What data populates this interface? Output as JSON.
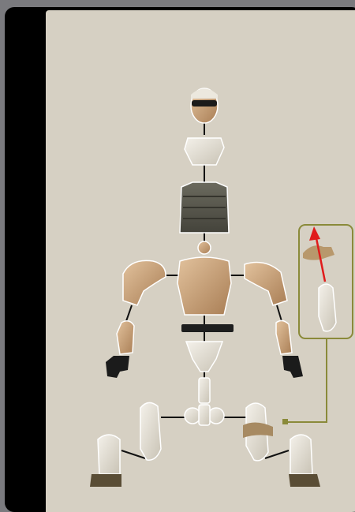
{
  "figure": {
    "parts": [
      "head",
      "neck-scarf",
      "vest",
      "torso",
      "belt",
      "left-shoulder-arm",
      "right-shoulder-arm",
      "left-forearm",
      "right-forearm",
      "left-hand",
      "right-hand",
      "pelvis-hips",
      "left-thigh",
      "right-thigh",
      "left-boot",
      "right-boot"
    ],
    "inset": {
      "items": [
        "bent-arm-pose",
        "straight-arm-pose"
      ],
      "arrow_color": "#e01b1b",
      "frame_color": "#8a8a3a"
    }
  },
  "colors": {
    "background": "#d6d0c3",
    "skin": "#c9a27a",
    "cloth": "#e8e3d6",
    "vest": "#55544a",
    "black": "#1b1b1b",
    "boot": "#5a4d35"
  }
}
